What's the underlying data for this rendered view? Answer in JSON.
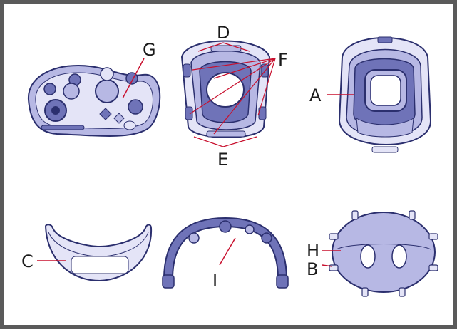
{
  "frame": {
    "border_color": "#5a5a5a"
  },
  "colors": {
    "outline": "#2b2f6e",
    "light_fill": "#e4e4f7",
    "mid_fill": "#b7b8e4",
    "dark_fill": "#6f73b8",
    "pointer": "#c8102e"
  },
  "labels": {
    "G": "G",
    "D": "D",
    "F": "F",
    "E": "E",
    "A": "A",
    "C": "C",
    "I": "I",
    "H": "H",
    "B": "B"
  },
  "parts": {
    "toy_tray": {
      "icon": "activity-tray-illustration",
      "label_key": "G"
    },
    "walker_top_view": {
      "icon": "walker-top-view-illustration",
      "label_keys": [
        "D",
        "F",
        "E"
      ]
    },
    "walker_body": {
      "icon": "walker-body-illustration",
      "label_key": "A"
    },
    "footrest": {
      "icon": "front-panel-illustration",
      "label_key": "C"
    },
    "arch": {
      "icon": "toy-arch-illustration",
      "label_key": "I"
    },
    "seat": {
      "icon": "fabric-seat-illustration",
      "label_keys": [
        "H",
        "B"
      ]
    }
  }
}
